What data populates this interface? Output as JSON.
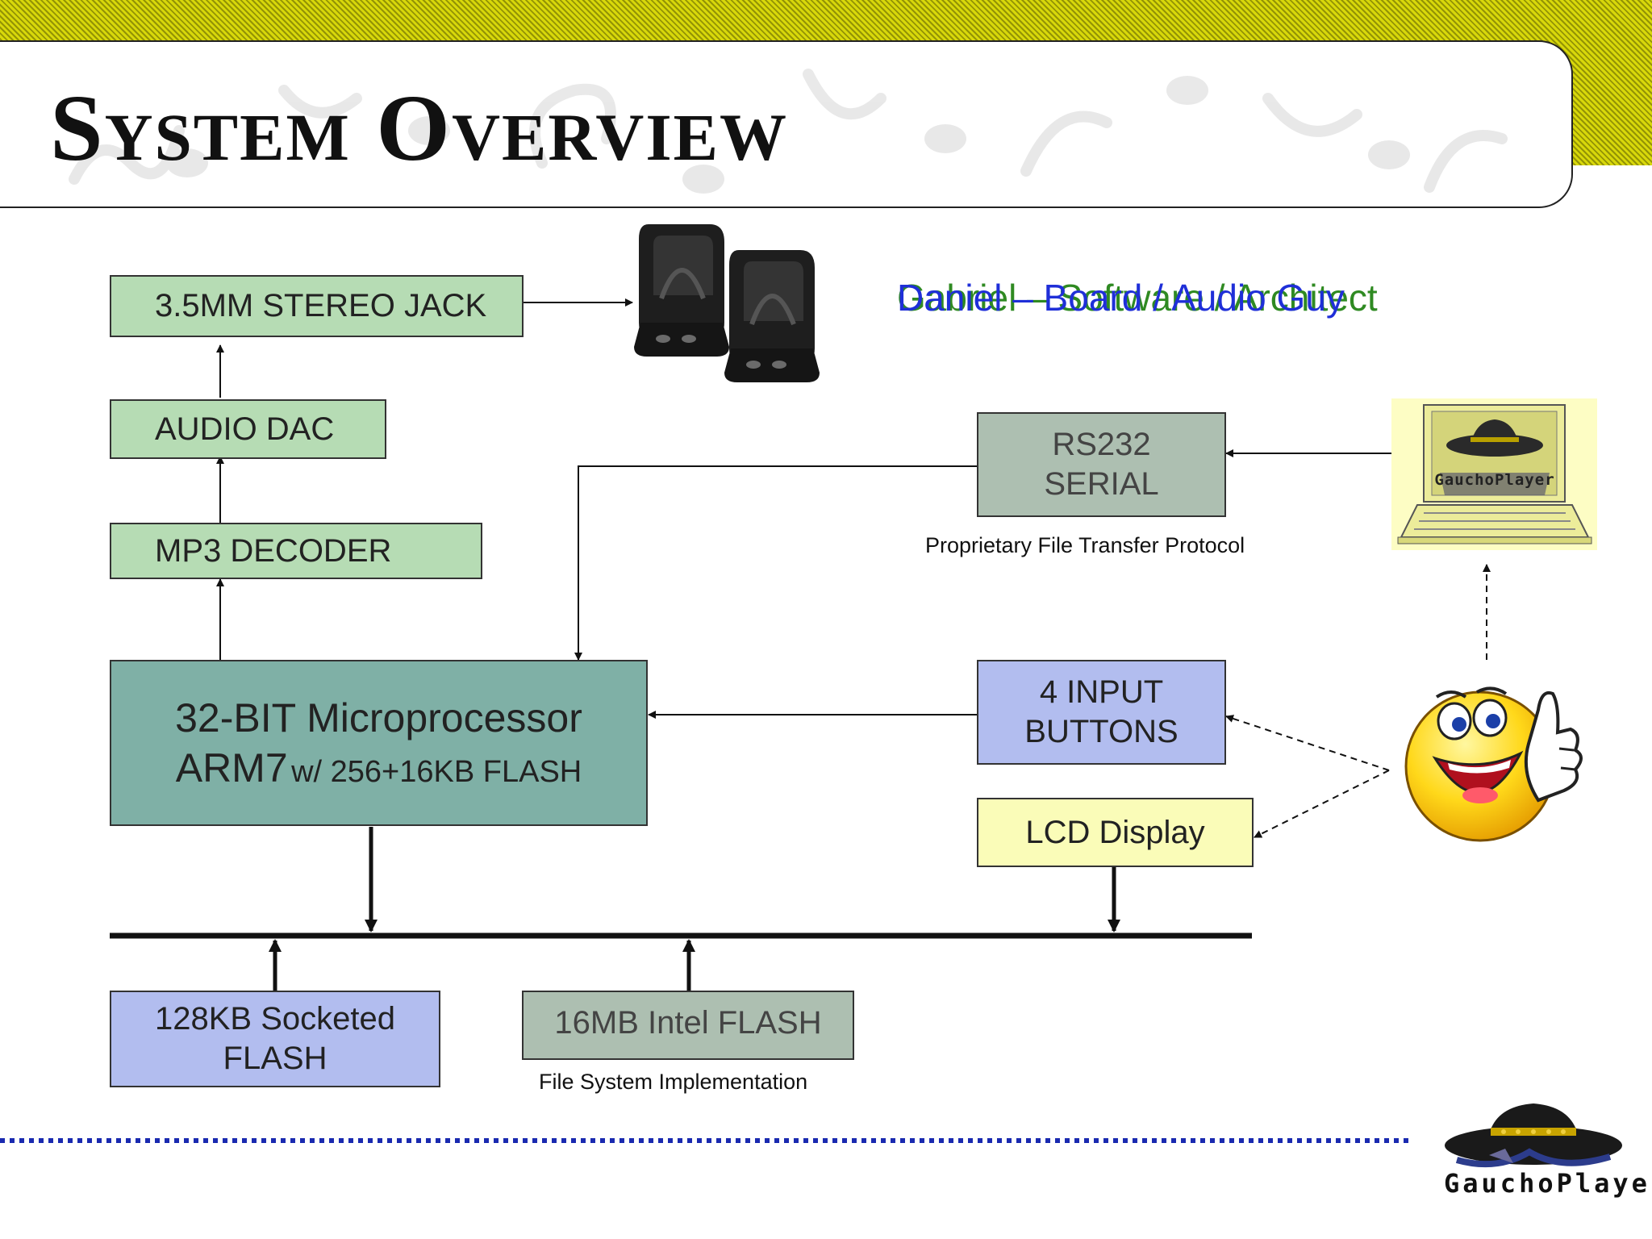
{
  "slide": {
    "title": "System Overview",
    "overlap_text_a": "Gabriel – Software / Architect",
    "overlap_text_b": "Daniel – Board / Audio Guy"
  },
  "blocks": {
    "stereo_jack": "3.5MM STEREO JACK",
    "audio_dac": "AUDIO DAC",
    "mp3_decoder": "MP3 DECODER",
    "micro_line1": "32-BIT Microprocessor",
    "micro_line2_big": "ARM7",
    "micro_line2_small": "w/ 256+16KB FLASH",
    "rs232_line1": "RS232",
    "rs232_line2": "SERIAL",
    "buttons_line1": "4 INPUT",
    "buttons_line2": "BUTTONS",
    "lcd": "LCD Display",
    "socketed_line1": "128KB Socketed",
    "socketed_line2": "FLASH",
    "intel_flash": "16MB Intel FLASH"
  },
  "captions": {
    "protocol": "Proprietary File Transfer Protocol",
    "filesystem": "File System Implementation"
  },
  "logos": {
    "laptop_logo": "GauchoPlayer",
    "corner_logo": "GauchoPlayer"
  },
  "icons": [
    "speakers-icon",
    "laptop-icon",
    "smiley-face-icon",
    "gaucho-hat-icon"
  ],
  "colors": {
    "green_block": "#b6dcb4",
    "teal_block": "#7fb0a6",
    "gray_block": "#adbfb1",
    "blue_block": "#b2bdef",
    "yellow_block": "#fafcb8",
    "header_band": "#d8d80a",
    "overlap_green": "#2f8a22",
    "overlap_blue": "#1f2fd8",
    "dotted_rule": "#1a2ab0"
  }
}
